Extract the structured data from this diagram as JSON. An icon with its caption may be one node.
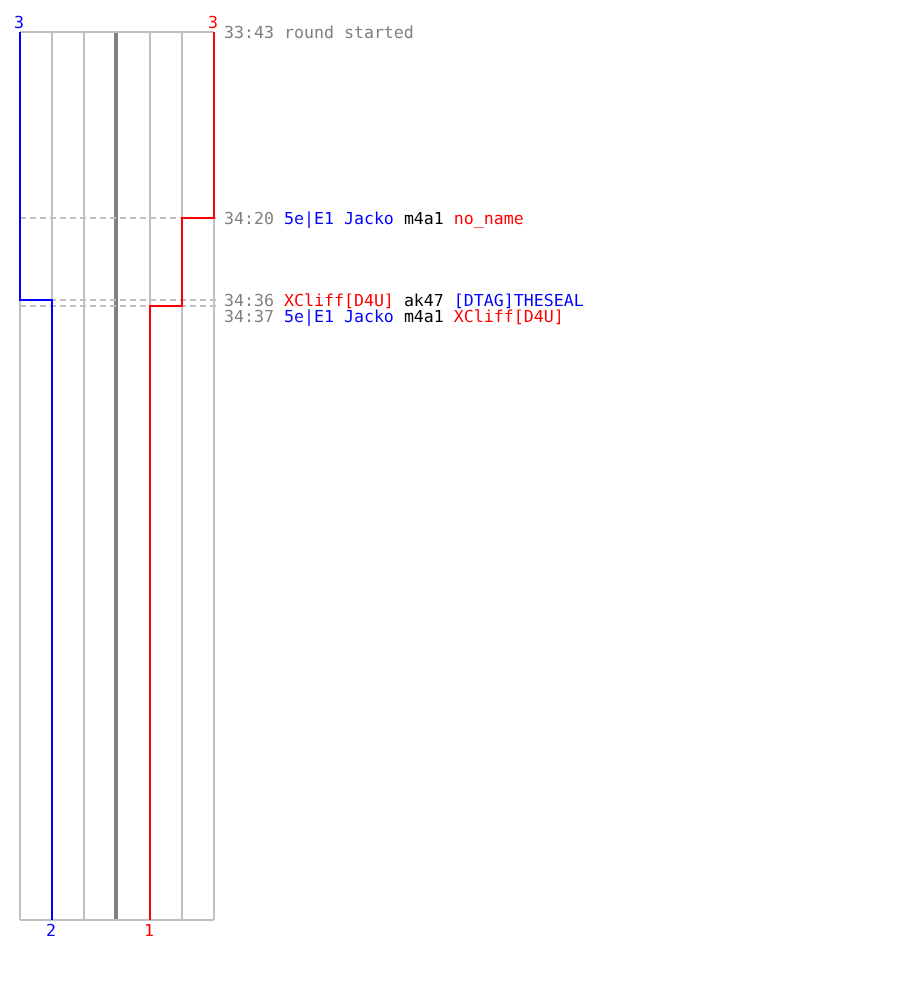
{
  "diagram": {
    "labels": [
      "3",
      "3",
      "33:43",
      "round started",
      "34:20",
      "5e|E1 Jacko",
      "m4a1",
      "no_name",
      "34:36",
      "XCliff[D4U]",
      "ak47",
      "[DTAG]THESEAL",
      "34:37",
      "5e|E1 Jacko",
      "m4a1",
      "XCliff[D4U]",
      "2",
      "1"
    ]
  }
}
